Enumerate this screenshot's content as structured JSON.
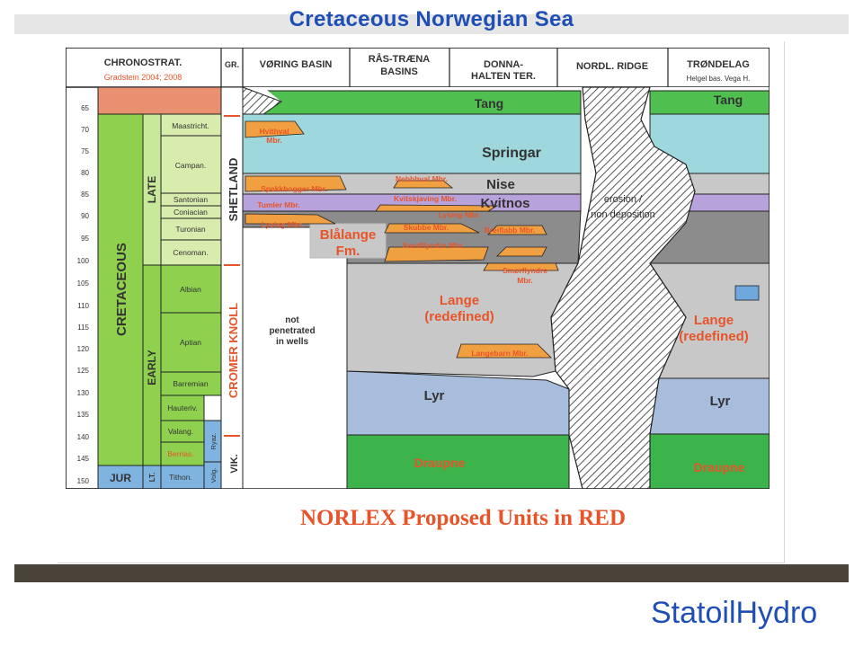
{
  "slide": {
    "title": "Cretaceous Norwegian Sea",
    "subtitle": "NORLEX Proposed Units in RED",
    "logo": "StatoilHydro"
  },
  "colors": {
    "title": "#1f4fb4",
    "subtitle": "#e8542a",
    "tang": "#4fbf4f",
    "springar": "#9fd8dc",
    "nise": "#c8c8c8",
    "kvitnos": "#b8a2dc",
    "dark_gray": "#8c8c8c",
    "lange": "#c8c8c8",
    "lyr": "#a8bcdc",
    "draupne": "#3cb44b",
    "red_member": "#f0a040",
    "cretaceous": "#8fd14f",
    "late_early": "#c8e89a"
  },
  "diagram": {
    "headers": {
      "chronostrat": "CHRONOSTRAT.",
      "gradstein": "Gradstein 2004; 2008",
      "gr": "GR.",
      "voring": "VØRING BASIN",
      "rastraena_1": "RÅS-TRÆNA",
      "rastraena_2": "BASINS",
      "donna_1": "DONNA-",
      "donna_2": "HALTEN TER.",
      "nordl": "NORDL. RIDGE",
      "trondelag": "TRØNDELAG",
      "helgel": "Helgel bas.  Vega H."
    },
    "ages": [
      "65",
      "70",
      "75",
      "80",
      "85",
      "90",
      "95",
      "100",
      "105",
      "110",
      "115",
      "120",
      "125",
      "130",
      "135",
      "140",
      "145",
      "150"
    ],
    "periods": {
      "cretaceous": "CRETACEOUS",
      "jur": "JUR"
    },
    "epochs": {
      "late": "LATE",
      "early": "EARLY",
      "lt": "LT."
    },
    "stages": [
      "Maastricht.",
      "Campan.",
      "Santonian",
      "Coniacian",
      "Turonian",
      "Cenoman.",
      "Albian",
      "Aptian",
      "Barremian",
      "Hauteriv.",
      "Valang.",
      "Berrias.",
      "Tithon."
    ],
    "sub_stages": {
      "ryaz": "Ryaz.",
      "volg": "Volg."
    },
    "groups": {
      "shetland": "SHETLAND",
      "cromer": "CROMER KNOLL",
      "vik": "VIK."
    },
    "formations": {
      "tang_a": "Tang",
      "tang_b": "Tang",
      "springar": "Springar",
      "nise": "Nise",
      "kvitnos": "Kvitnos",
      "lange_a_1": "Lange",
      "lange_a_2": "(redefined)",
      "lange_b_1": "Lange",
      "lange_b_2": "(redefined)",
      "lyr_a": "Lyr",
      "lyr_b": "Lyr",
      "draupne_a": "Draupne",
      "draupne_b": "Draupne",
      "blalange_1": "Blålange",
      "blalange_2": "Fm."
    },
    "members": {
      "hvithval_1": "Hvithval",
      "hvithval_2": "Mbr.",
      "nebbhval": "Nebbhval Mbr.",
      "spekkhogger": "Spekkhogger Mbr.",
      "kviting": "Kvitskjaving Mbr.",
      "tumler": "Tumler Mbr.",
      "lysing_a": "Lysing Mbr.",
      "lysing_b": "Lysing Mbr.",
      "skubbe": "Skubbe Mbr.",
      "breiflabb": "Breiflabb Mbr.",
      "sandflyndre": "Sandflyndre Mbr.",
      "smorflyndre_1": "Smørflyndre",
      "smorflyndre_2": "Mbr.",
      "langebarn": "Langebarn Mbr."
    },
    "notes": {
      "erosion_1": "erosion /",
      "erosion_2": "non deposition",
      "notpen_1": "not",
      "notpen_2": "penetrated",
      "notpen_3": "in wells"
    }
  }
}
